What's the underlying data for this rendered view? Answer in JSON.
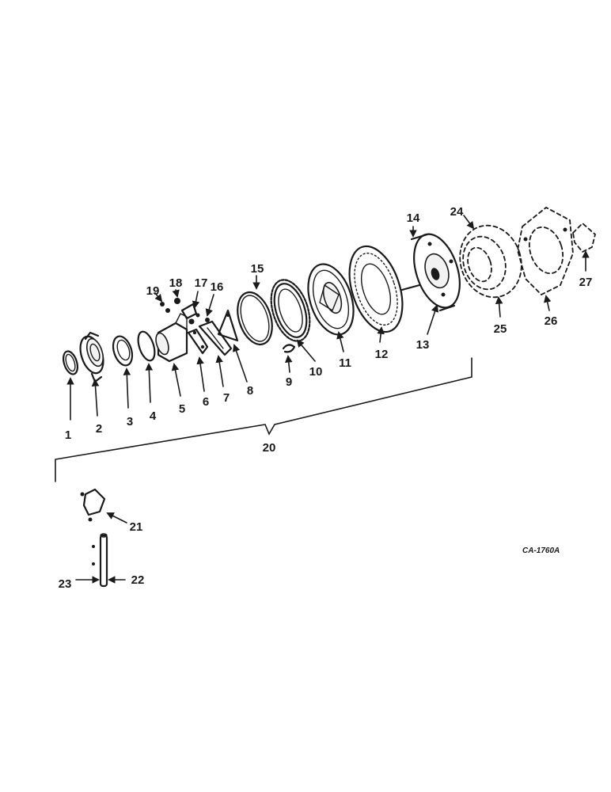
{
  "diagram": {
    "reference_code": "CA-1760A",
    "callouts": [
      "1",
      "2",
      "3",
      "4",
      "5",
      "6",
      "7",
      "8",
      "9",
      "10",
      "11",
      "12",
      "13",
      "14",
      "15",
      "16",
      "17",
      "18",
      "19",
      "20",
      "21",
      "22",
      "23",
      "24",
      "25",
      "26",
      "27"
    ]
  }
}
